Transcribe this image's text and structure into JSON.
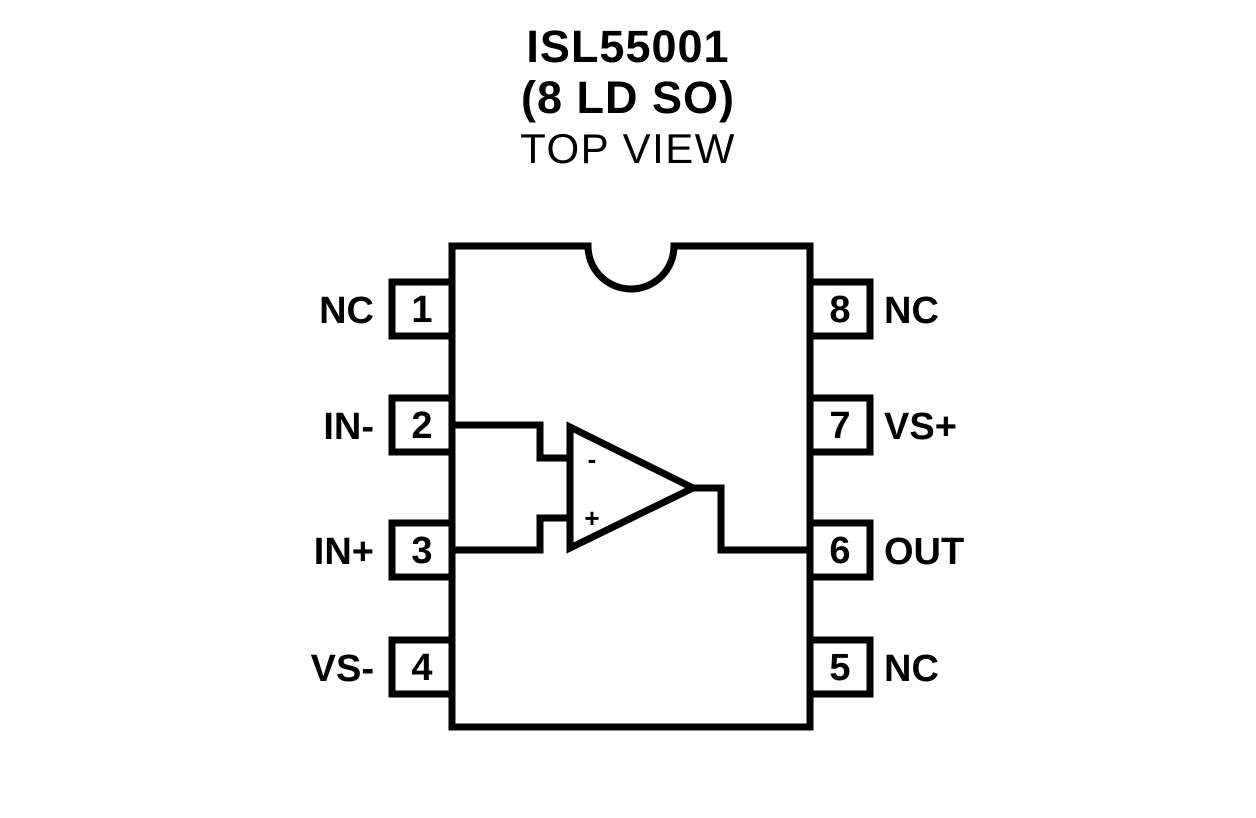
{
  "title": {
    "part_number": "ISL55001",
    "package": "(8 LD SO)",
    "view": "TOP VIEW"
  },
  "package_body": {
    "notch_icon": "semicircle-notch",
    "symbol_icon": "opamp-triangle",
    "inverting_sign": "-",
    "noninverting_sign": "+"
  },
  "pins": {
    "left": [
      {
        "number": "1",
        "label": "NC"
      },
      {
        "number": "2",
        "label": "IN-"
      },
      {
        "number": "3",
        "label": "IN+"
      },
      {
        "number": "4",
        "label": "VS-"
      }
    ],
    "right": [
      {
        "number": "8",
        "label": "NC"
      },
      {
        "number": "7",
        "label": "VS+"
      },
      {
        "number": "6",
        "label": "OUT"
      },
      {
        "number": "5",
        "label": "NC"
      }
    ]
  },
  "colors": {
    "line": "#000000",
    "background": "#ffffff",
    "fill": "#ffffff"
  }
}
